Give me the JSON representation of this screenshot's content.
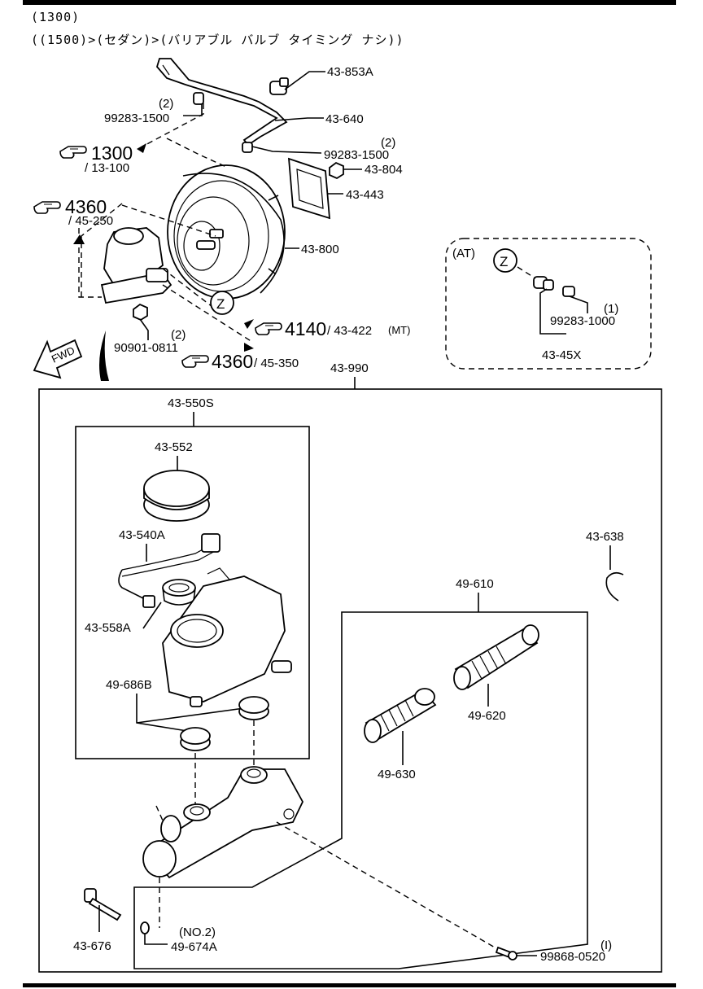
{
  "header": {
    "line1": "(1300)",
    "line2": "((1500)>(セダン)>(バリアブル バルブ タイミング ナシ))"
  },
  "labels": {
    "p43853A": "43-853A",
    "p43640": "43-640",
    "p99283_1500_a": "99283-1500",
    "qty_a": "(2)",
    "p99283_1500_b": "99283-1500",
    "qty_b": "(2)",
    "p43804": "43-804",
    "p43443": "43-443",
    "p43800": "43-800",
    "p90901": "90901-0811",
    "qty_c": "(2)",
    "at_label": "(AT)",
    "z_marker": "Z",
    "p99283_1000": "99283-1000",
    "qty_d": "(1)",
    "p4345X": "43-45X",
    "p43990": "43-990",
    "p43550S": "43-550S",
    "p43552": "43-552",
    "p43540A": "43-540A",
    "p43558A": "43-558A",
    "p49686B": "49-686B",
    "p43638": "43-638",
    "p49610": "49-610",
    "p49620": "49-620",
    "p49630": "49-630",
    "p43676": "43-676",
    "no2": "(NO.2)",
    "p49674A": "49-674A",
    "qty_e": "(I)",
    "p99868": "99868-0520",
    "fwd": "FWD"
  },
  "references": {
    "ref1300_num": "1300",
    "ref1300_sub": "/ 13-100",
    "ref4360a_num": "4360",
    "ref4360a_sub": "/ 45-250",
    "ref4140_num": "4140",
    "ref4140_sub": "/ 43-422",
    "ref4140_mt": "(MT)",
    "ref4360b_num": "4360",
    "ref4360b_sub": "/ 45-350"
  }
}
